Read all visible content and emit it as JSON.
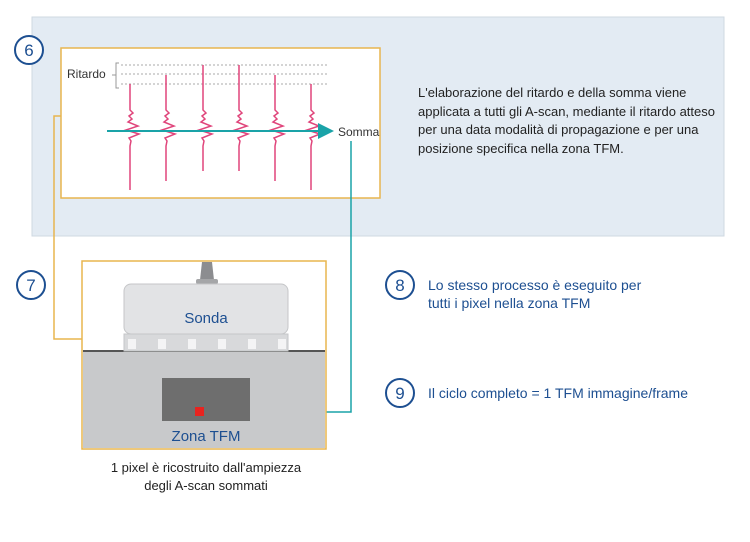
{
  "step6": {
    "number": "6",
    "delay_label": "Ritardo",
    "sum_label": "Somma",
    "description": "L'elaborazione del ritardo e della somma viene applicata a tutti gli A-scan, mediante il ritardo atteso per una data modalità di propagazione e per una posizione specifica nella zona TFM."
  },
  "step7": {
    "number": "7",
    "probe_label": "Sonda",
    "zone_label": "Zona TFM",
    "caption_line1": "1 pixel è ricostruito dall'ampiezza",
    "caption_line2": "degli A-scan sommati"
  },
  "step8": {
    "number": "8",
    "line1": "Lo stesso processo è eseguito per",
    "line2": "tutti i pixel nella zona TFM"
  },
  "step9": {
    "number": "9",
    "text": "Il ciclo completo = 1 TFM immagine/frame"
  },
  "colors": {
    "panel": "#e3ebf3",
    "frame": "#e8b54f",
    "ascan": "#e0457b",
    "arrow": "#1aa3a8",
    "pixel": "#e8231f",
    "accent": "#1d4f91"
  }
}
